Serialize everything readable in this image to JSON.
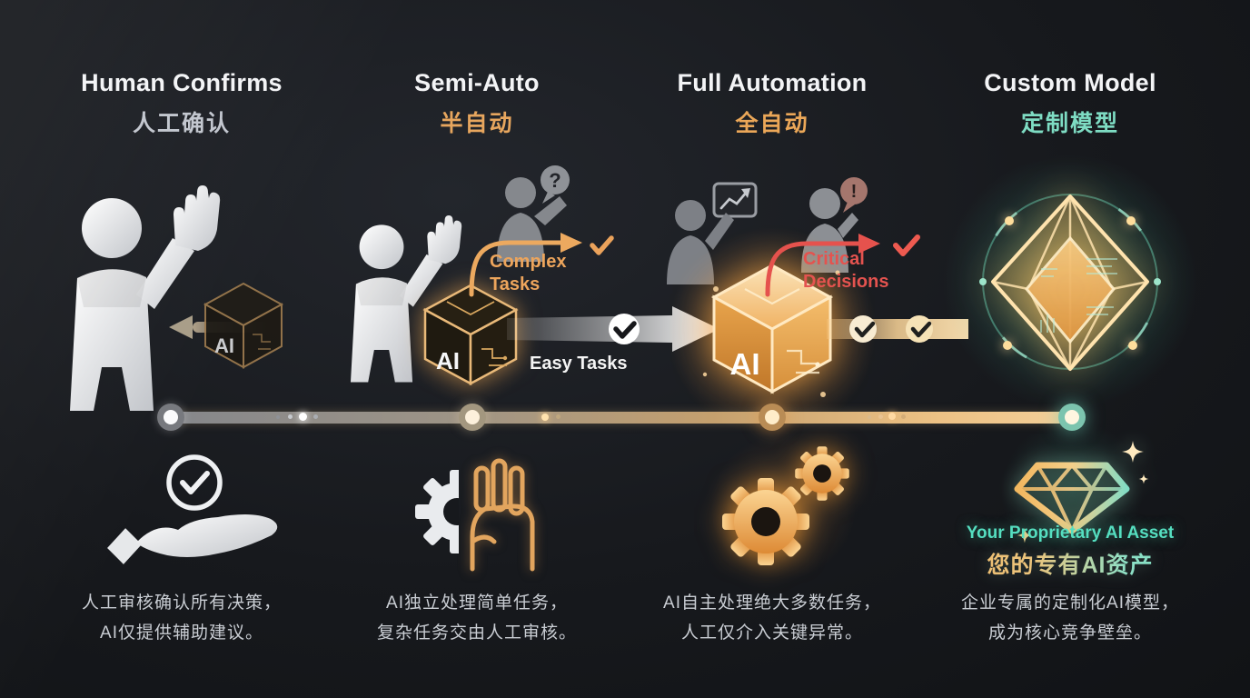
{
  "stages": [
    {
      "title_en": "Human Confirms",
      "title_cn": "人工确认",
      "desc_line1": "人工审核确认所有决策，",
      "desc_line2": "AI仅提供辅助建议。"
    },
    {
      "title_en": "Semi-Auto",
      "title_cn": "半自动",
      "desc_line1": "AI独立处理简单任务，",
      "desc_line2": "复杂任务交由人工审核。"
    },
    {
      "title_en": "Full Automation",
      "title_cn": "全自动",
      "desc_line1": "AI自主处理绝大多数任务，",
      "desc_line2": "人工仅介入关键异常。"
    },
    {
      "title_en": "Custom Model",
      "title_cn": "定制模型",
      "desc_line1": "企业专属的定制化AI模型，",
      "desc_line2": "成为核心竞争壁垒。"
    }
  ],
  "flow_labels": {
    "complex_tasks": "Complex\nTasks",
    "easy_tasks": "Easy Tasks",
    "critical_decisions": "Critical\nDecisions"
  },
  "asset_callout": {
    "line_en": "Your Proprietary AI Asset",
    "line_cn": "您的专有AI资产"
  },
  "cube_label": "AI",
  "glyphs": {
    "question": "?",
    "exclamation": "!"
  },
  "colors": {
    "accent_gold": "#eda55c",
    "accent_red": "#e4534f",
    "accent_teal": "#7edcc3",
    "text_primary": "#f3f4f6",
    "text_secondary": "#c9cdd3",
    "timeline_gray": "#85878b",
    "timeline_gold": "#edc285"
  }
}
